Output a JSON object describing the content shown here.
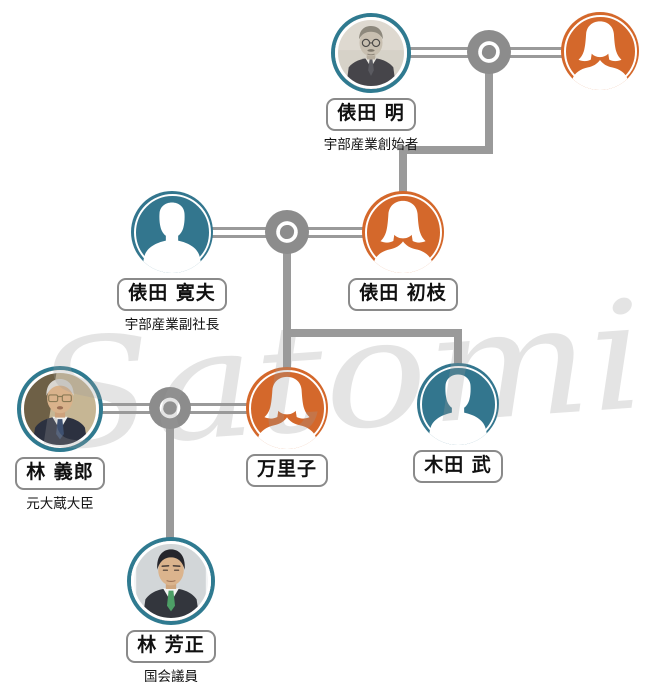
{
  "watermark": "Satomi",
  "colors": {
    "male_silhouette": "#33768E",
    "female_silhouette": "#D4682B",
    "photo_ring": "#2F7A90",
    "connector_line": "#9A9A9A",
    "marriage_node": "#8C8C8C"
  },
  "nodes": {
    "tawarada_akira": {
      "name": "俵田 明",
      "subtitle": "宇部産業創始者"
    },
    "akira_spouse": {
      "name": ""
    },
    "tawarada_hiroo": {
      "name": "俵田 寛夫",
      "subtitle": "宇部産業副社長"
    },
    "tawarada_hatsue": {
      "name": "俵田 初枝"
    },
    "hayashi_yoshiro": {
      "name": "林 義郎",
      "subtitle": "元大蔵大臣"
    },
    "mariko": {
      "name": "万里子"
    },
    "kida_takeshi": {
      "name": "木田 武"
    },
    "hayashi_yoshimasa": {
      "name": "林 芳正",
      "subtitle": "国会議員"
    }
  }
}
